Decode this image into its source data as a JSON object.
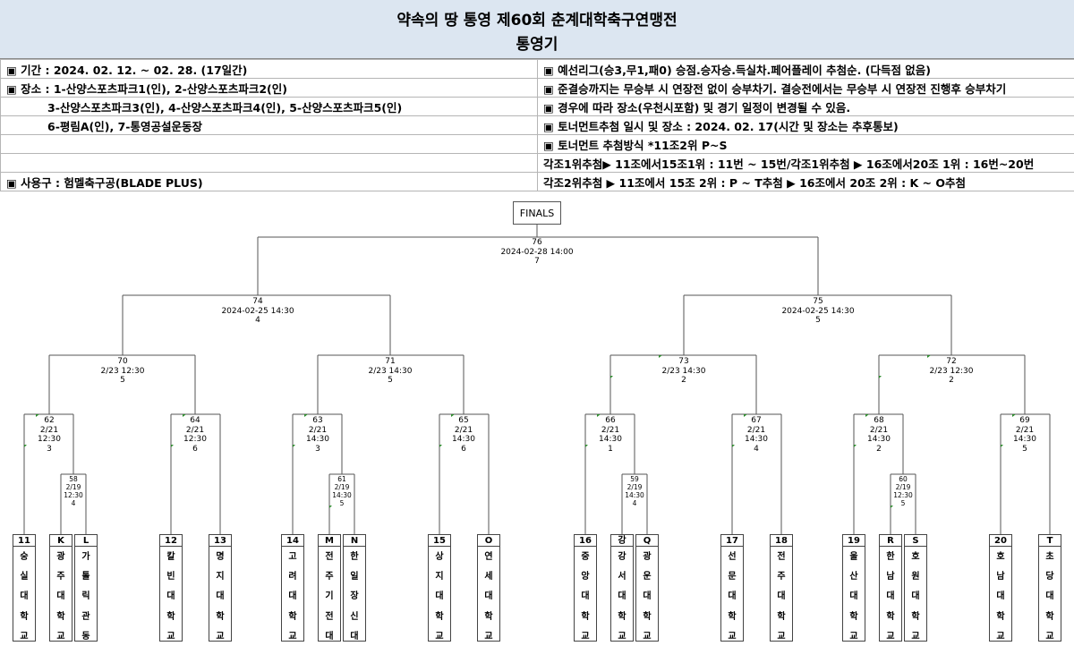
{
  "title": {
    "line1": "약속의 땅 통영 제60회 춘계대학축구연맹전",
    "line2": "통영기"
  },
  "info_rows": [
    {
      "left": "▣ 기간 : 2024. 02. 12. ~ 02. 28. (17일간)",
      "right": "▣ 예선리그(승3,무1,패0) 승점.승자승.득실차.페어플레이 추첨순. (다득점 없음)"
    },
    {
      "left": "▣ 장소 : 1-산양스포츠파크1(인), 2-산양스포츠파크2(인)",
      "right": "▣ 준결승까지는 무승부 시 연장전 없이 승부차기. 결승전에서는 무승부 시 연장전 진행후 승부차기"
    },
    {
      "left": "3-산양스포츠파크3(인), 4-산양스포츠파크4(인), 5-산양스포츠파크5(인)",
      "right": "▣ 경우에 따라 장소(우천시포함) 및 경기 일정이 변경될 수 있음."
    },
    {
      "left": "6-평림A(인), 7-통영공설운동장",
      "right": "▣ 토너먼트추첨 일시 및 장소 : 2024. 02. 17(시간 및 장소는 추후통보)"
    },
    {
      "left": "",
      "right": "▣ 토너먼트 추첨방식 *11조2위 P~S"
    },
    {
      "left": "",
      "right": "각조1위추첨▶ 11조에서15조1위 : 11번 ~ 15번/각조1위추첨 ▶ 16조에서20조 1위 : 16번~20번"
    },
    {
      "left": "▣ 사용구 : 험멜축구공(BLADE PLUS)",
      "right": "각조2위추첨 ▶ 11조에서 15조 2위 : P ~ T추첨      ▶ 16조에서 20조 2위 : K ~ O추첨"
    }
  ],
  "finals_label": "FINALS",
  "matches": [
    {
      "id": "m76",
      "lines": [
        "76",
        "2024-02-28 14:00",
        "7"
      ]
    },
    {
      "id": "m74",
      "lines": [
        "74",
        "2024-02-25 14:30",
        "4"
      ]
    },
    {
      "id": "m75",
      "lines": [
        "75",
        "2024-02-25 14:30",
        "5"
      ]
    },
    {
      "id": "m70",
      "lines": [
        "70",
        "2/23 12:30",
        "5"
      ]
    },
    {
      "id": "m71",
      "lines": [
        "71",
        "2/23 14:30",
        "5"
      ]
    },
    {
      "id": "m73",
      "lines": [
        "73",
        "2/23 14:30",
        "2"
      ]
    },
    {
      "id": "m72",
      "lines": [
        "72",
        "2/23 12:30",
        "2"
      ]
    },
    {
      "id": "m62",
      "lines": [
        "62",
        "2/21",
        "12:30",
        "3"
      ]
    },
    {
      "id": "m64",
      "lines": [
        "64",
        "2/21",
        "12:30",
        "6"
      ]
    },
    {
      "id": "m63",
      "lines": [
        "63",
        "2/21",
        "14:30",
        "3"
      ]
    },
    {
      "id": "m65",
      "lines": [
        "65",
        "2/21",
        "14:30",
        "6"
      ]
    },
    {
      "id": "m66",
      "lines": [
        "66",
        "2/21",
        "14:30",
        "1"
      ]
    },
    {
      "id": "m67",
      "lines": [
        "67",
        "2/21",
        "14:30",
        "4"
      ]
    },
    {
      "id": "m68",
      "lines": [
        "68",
        "2/21",
        "14:30",
        "2"
      ]
    },
    {
      "id": "m69",
      "lines": [
        "69",
        "2/21",
        "14:30",
        "5"
      ]
    },
    {
      "id": "m58",
      "lines": [
        "58",
        "2/19",
        "12:30",
        "4"
      ]
    },
    {
      "id": "m61",
      "lines": [
        "61",
        "2/19",
        "14:30",
        "5"
      ]
    },
    {
      "id": "m59",
      "lines": [
        "59",
        "2/19",
        "14:30",
        "4"
      ]
    },
    {
      "id": "m60",
      "lines": [
        "60",
        "2/19",
        "12:30",
        "5"
      ]
    }
  ],
  "teams": [
    {
      "code": "11",
      "name": [
        "숭",
        "실",
        "대",
        "학",
        "교"
      ]
    },
    {
      "code": "K",
      "name": [
        "광",
        "주",
        "대",
        "학",
        "교"
      ]
    },
    {
      "code": "L",
      "name": [
        "가",
        "톨",
        "릭",
        "관",
        "동"
      ]
    },
    {
      "code": "12",
      "name": [
        "칼",
        "빈",
        "대",
        "학",
        "교"
      ]
    },
    {
      "code": "13",
      "name": [
        "명",
        "지",
        "대",
        "학",
        "교"
      ]
    },
    {
      "code": "14",
      "name": [
        "고",
        "려",
        "대",
        "학",
        "교"
      ]
    },
    {
      "code": "M",
      "name": [
        "전",
        "주",
        "기",
        "전",
        "대"
      ]
    },
    {
      "code": "N",
      "name": [
        "한",
        "일",
        "장",
        "신",
        "대"
      ]
    },
    {
      "code": "15",
      "name": [
        "상",
        "지",
        "대",
        "학",
        "교"
      ]
    },
    {
      "code": "O",
      "name": [
        "연",
        "세",
        "대",
        "학",
        "교"
      ]
    },
    {
      "code": "16",
      "name": [
        "중",
        "앙",
        "대",
        "학",
        "교"
      ]
    },
    {
      "code": "강",
      "name": [
        "강",
        "서",
        "대",
        "학",
        "교"
      ]
    },
    {
      "code": "Q",
      "name": [
        "광",
        "운",
        "대",
        "학",
        "교"
      ]
    },
    {
      "code": "17",
      "name": [
        "선",
        "문",
        "대",
        "학",
        "교"
      ]
    },
    {
      "code": "18",
      "name": [
        "전",
        "주",
        "대",
        "학",
        "교"
      ]
    },
    {
      "code": "19",
      "name": [
        "울",
        "산",
        "대",
        "학",
        "교"
      ]
    },
    {
      "code": "R",
      "name": [
        "한",
        "남",
        "대",
        "학",
        "교"
      ]
    },
    {
      "code": "S",
      "name": [
        "호",
        "원",
        "대",
        "학",
        "교"
      ]
    },
    {
      "code": "20",
      "name": [
        "호",
        "남",
        "대",
        "학",
        "교"
      ]
    },
    {
      "code": "T",
      "name": [
        "초",
        "당",
        "대",
        "학",
        "교"
      ]
    }
  ],
  "colors": {
    "header_bg": "#dce6f1",
    "line": "#555555",
    "marker": "#2e8b2e"
  }
}
